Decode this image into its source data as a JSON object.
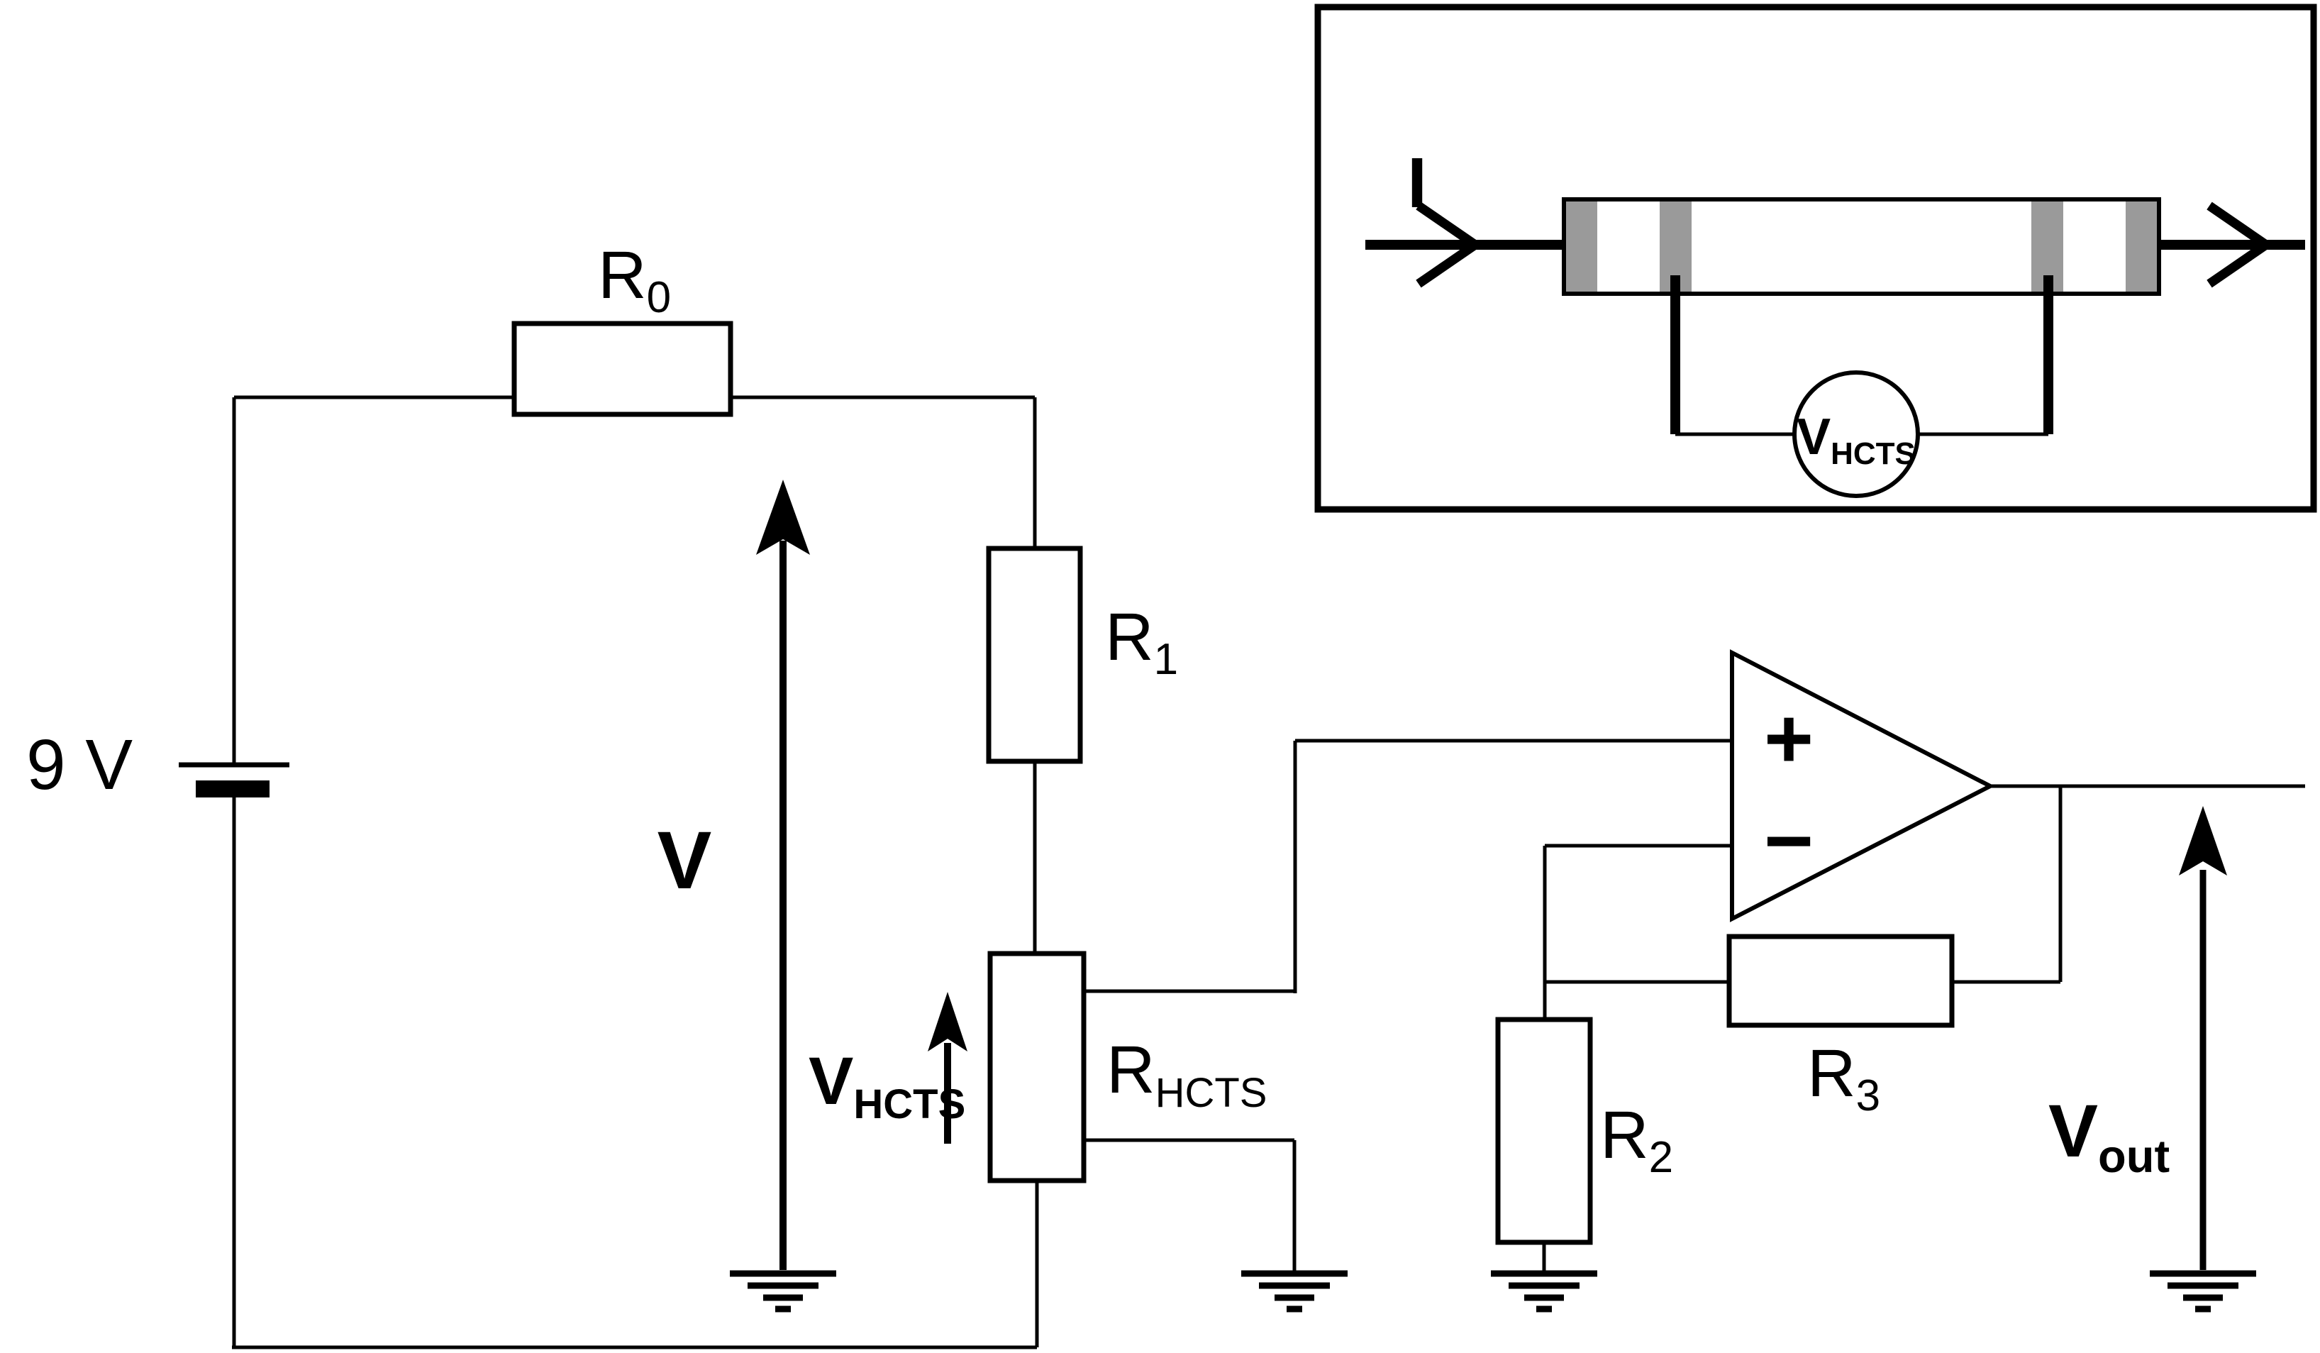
{
  "labels": {
    "battery": "9 V",
    "source_voltage": "V",
    "r0": {
      "base": "R",
      "sub": "0"
    },
    "r1": {
      "base": "R",
      "sub": "1"
    },
    "r2": {
      "base": "R",
      "sub": "2"
    },
    "r3": {
      "base": "R",
      "sub": "3"
    },
    "rhcts": {
      "base": "R",
      "sub": "HCTS"
    },
    "vhcts": {
      "base": "V",
      "sub": "HCTS"
    },
    "vout": {
      "base": "V",
      "sub": "out"
    },
    "opamp_plus": "+",
    "opamp_minus": "−",
    "inset_current": "I",
    "inset_meter": {
      "base": "V",
      "sub": "HCTS"
    }
  },
  "colors": {
    "ink": "#000000",
    "background": "#ffffff",
    "sensor_band_gray": "#9a9a9a"
  }
}
